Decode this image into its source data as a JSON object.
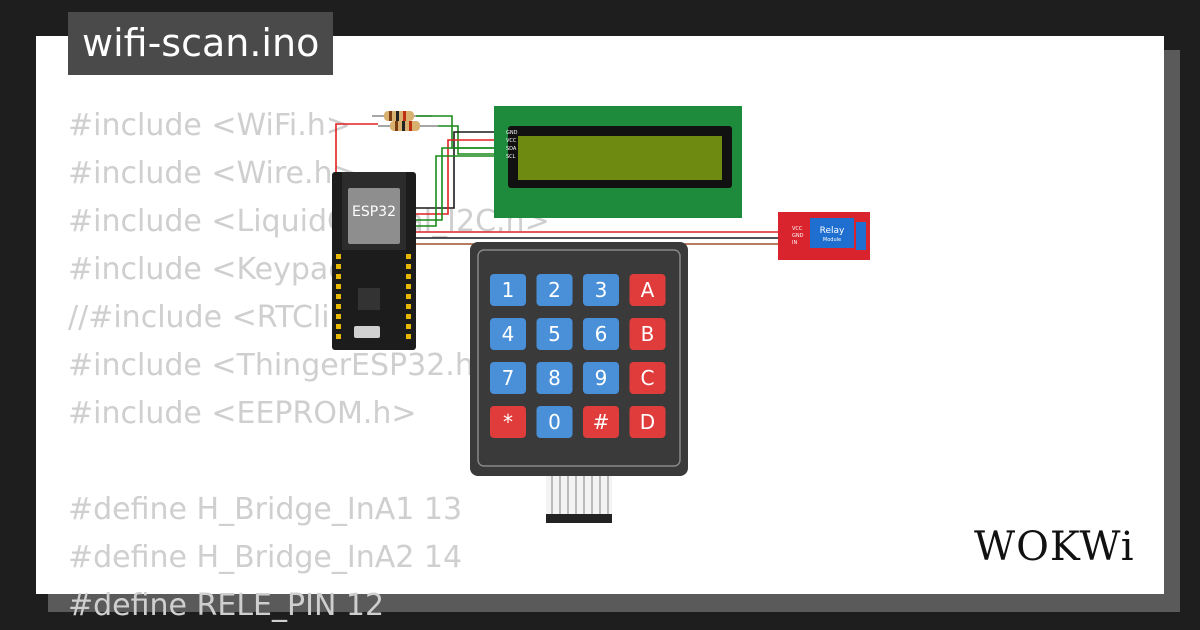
{
  "file_title": "wifi-scan.ino",
  "code_lines": [
    "#include <WiFi.h>",
    "#include <Wire.h>",
    "#include <LiquidCrystal_I2C.h>",
    "#include <Keypad.h>",
    "//#include <RTClib.h>",
    "#include <ThingerESP32.h>",
    "#include <EEPROM.h>",
    "",
    "#define H_Bridge_InA1 13",
    "#define H_Bridge_InA2 14",
    "#define RELE_PIN 12"
  ],
  "esp32_label": "ESP32",
  "lcd_pins": [
    "GND",
    "VCC",
    "SDA",
    "SCL"
  ],
  "relay": {
    "label": "Relay",
    "sublabel": "Module",
    "pins": [
      "VCC",
      "GND",
      "IN"
    ]
  },
  "keypad_keys": [
    "1",
    "2",
    "3",
    "A",
    "4",
    "5",
    "6",
    "B",
    "7",
    "8",
    "9",
    "C",
    "*",
    "0",
    "#",
    "D"
  ],
  "brand": "WOKWi",
  "colors": {
    "background": "#1e1e1e",
    "code_text": "#cfcfcf",
    "key_blue": "#4a90d9",
    "key_red": "#e03c3c",
    "lcd_board": "#1e8a3c",
    "lcd_screen": "#6f8a10",
    "relay_board": "#d9232d"
  }
}
